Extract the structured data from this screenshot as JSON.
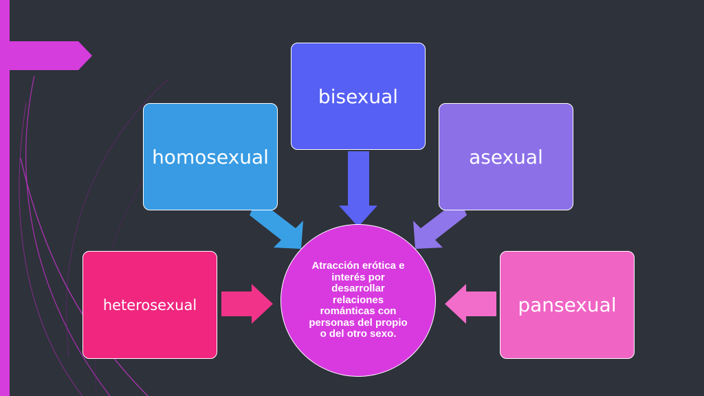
{
  "diagram": {
    "center": {
      "text": "Atracción erótica e interés por desarrollar relaciones románticas con personas del propio o del otro sexo.",
      "color": "#d83adf"
    },
    "nodes": {
      "heterosexual": {
        "label": "heterosexual",
        "color": "#f0267f"
      },
      "homosexual": {
        "label": "homosexual",
        "color": "#389be3"
      },
      "bisexual": {
        "label": "bisexual",
        "color": "#5660f4"
      },
      "asexual": {
        "label": "asexual",
        "color": "#8b70e8"
      },
      "pansexual": {
        "label": "pansexual",
        "color": "#f064c4"
      }
    },
    "arrow_colors": {
      "heterosexual": "#f2338a",
      "homosexual": "#3aa0e6",
      "bisexual": "#5a63f4",
      "asexual": "#8f76ea",
      "pansexual": "#f26dc9"
    },
    "accent": "#d63ddd"
  }
}
